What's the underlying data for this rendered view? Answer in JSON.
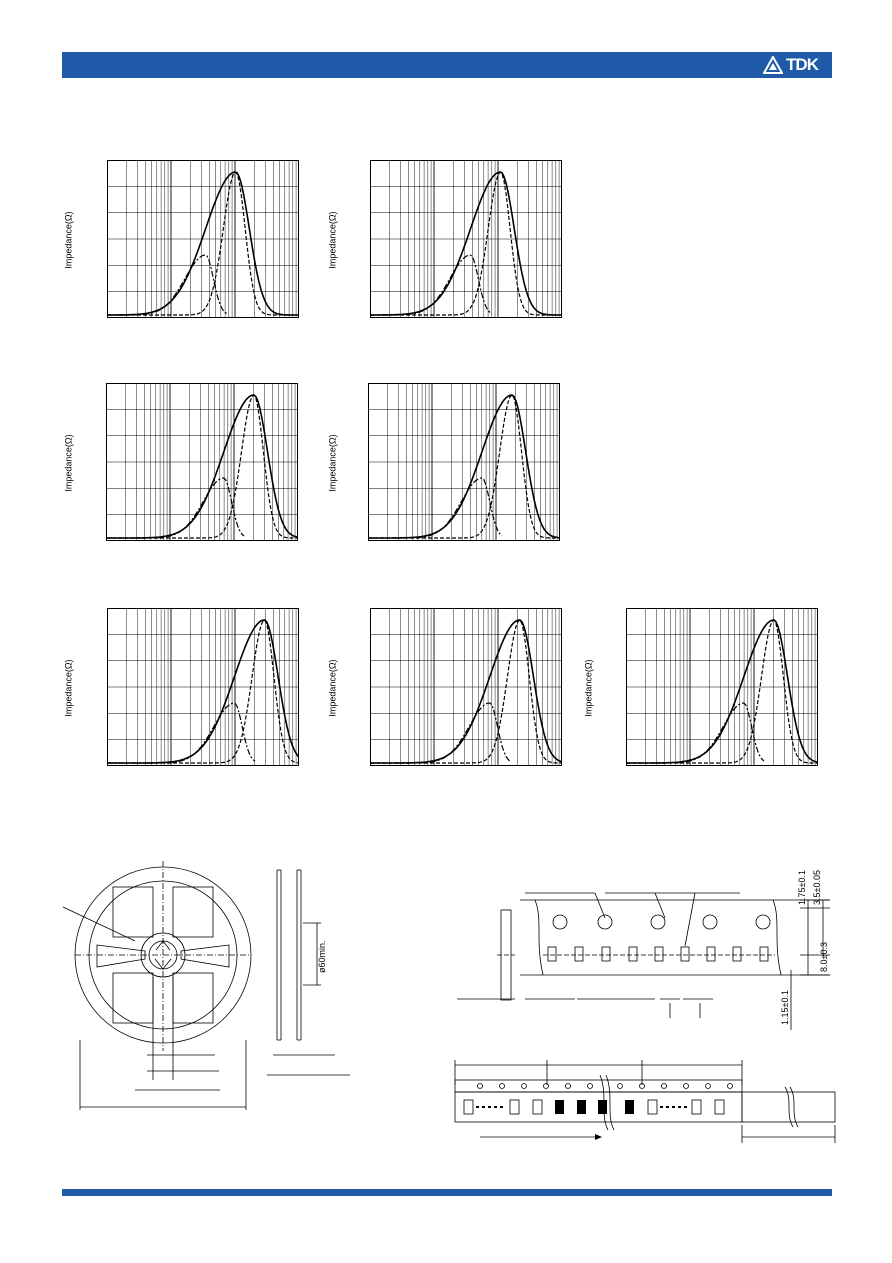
{
  "header": {
    "logo_text": "TDK",
    "accent_color": "#1f5aa8"
  },
  "graphs": {
    "ylabel": "Impedance(Ω)",
    "items": [
      {
        "name": "graph-1"
      },
      {
        "name": "graph-2"
      },
      {
        "name": "graph-3"
      },
      {
        "name": "graph-4"
      },
      {
        "name": "graph-5"
      },
      {
        "name": "graph-6"
      },
      {
        "name": "graph-7"
      }
    ]
  },
  "dimensions": {
    "reel_hub": "ø60min.",
    "tape_pitch_hole": "1.75±0.1",
    "tape_offset": "3.5±0.05",
    "tape_width": "8.0±0.3",
    "tape_thickness": "1.15±0.1"
  }
}
